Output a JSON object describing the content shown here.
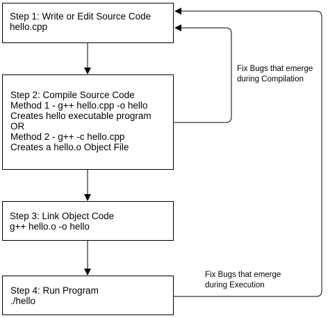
{
  "steps": [
    {
      "lines": [
        "Step 1: Write or Edit Source Code",
        "hello.cpp"
      ]
    },
    {
      "lines": [
        "Step 2: Compile Source Code",
        "Method 1 - g++ hello.cpp -o hello",
        "Creates hello executable program",
        "OR",
        "Method 2 - g++ -c hello.cpp",
        "Creates a hello.o Object File"
      ]
    },
    {
      "lines": [
        "Step 3: Link Object Code",
        "g++ hello.o -o hello"
      ]
    },
    {
      "lines": [
        "Step 4: Run Program",
        "./hello"
      ]
    }
  ],
  "feedback": [
    {
      "lines": [
        "Fix Bugs that emerge",
        "during Compilation"
      ]
    },
    {
      "lines": [
        "Fix Bugs that emerge",
        "during Execution"
      ]
    }
  ]
}
